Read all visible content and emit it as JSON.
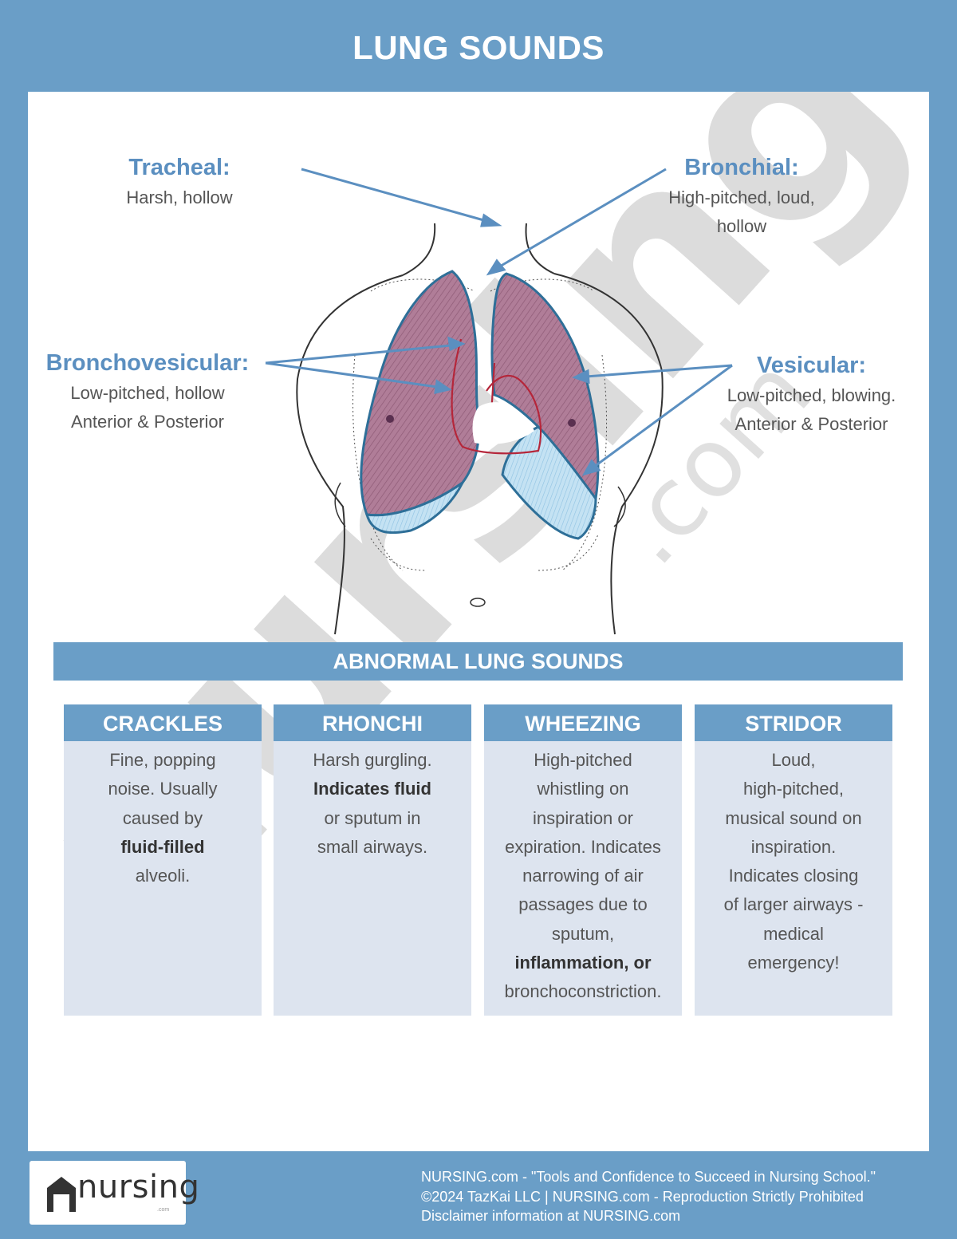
{
  "title": "LUNG SOUNDS",
  "normal_sounds": {
    "tracheal": {
      "name": "Tracheal:",
      "desc": "Harsh, hollow"
    },
    "bronchial": {
      "name": "Bronchial:",
      "desc_line1": "High-pitched, loud,",
      "desc_line2": "hollow"
    },
    "bronchovesicular": {
      "name": "Bronchovesicular:",
      "desc_line1": "Low-pitched, hollow",
      "desc_line2": "Anterior & Posterior"
    },
    "vesicular": {
      "name": "Vesicular:",
      "desc_line1": "Low-pitched, blowing.",
      "desc_line2": "Anterior & Posterior"
    }
  },
  "abnormal_section": {
    "heading": "ABNORMAL LUNG SOUNDS"
  },
  "cards": [
    {
      "title": "CRACKLES",
      "lines": [
        "Fine, popping",
        "noise. Usually",
        "caused by"
      ],
      "bold": "fluid-filled",
      "after": "alveoli."
    },
    {
      "title": "RHONCHI",
      "lines": [
        "Harsh gurgling."
      ],
      "bold": "Indicates fluid",
      "after_lines": [
        "or sputum in",
        "small airways."
      ]
    },
    {
      "title": "WHEEZING",
      "lines": [
        "High-pitched",
        "whistling on",
        "inspiration or",
        "expiration. Indicates",
        "narrowing of air",
        "passages due to",
        "sputum,"
      ],
      "bold": "inflammation, or",
      "after": "bronchoconstriction."
    },
    {
      "title": "STRIDOR",
      "lines": [
        "Loud,",
        "high-pitched,",
        "musical sound on",
        "inspiration.",
        "Indicates closing",
        "of larger airways -",
        "medical",
        "emergency!"
      ]
    }
  ],
  "watermark": {
    "text": "nursing",
    "suffix": ".com"
  },
  "logo": {
    "text": "nursing",
    "sub": ".com"
  },
  "footer": {
    "line1": "NURSING.com - \"Tools and Confidence to Succeed in Nursing School.\"",
    "line2": "©2024 TazKai LLC | NURSING.com - Reproduction Strictly Prohibited",
    "line3": "Disclaimer information at NURSING.com"
  },
  "colors": {
    "accent": "#6a9ec7",
    "heading_blue": "#5b8fc0",
    "card_bg": "#dde4ef",
    "lung": "#a9738f",
    "lung_base": "#b6daf0"
  }
}
